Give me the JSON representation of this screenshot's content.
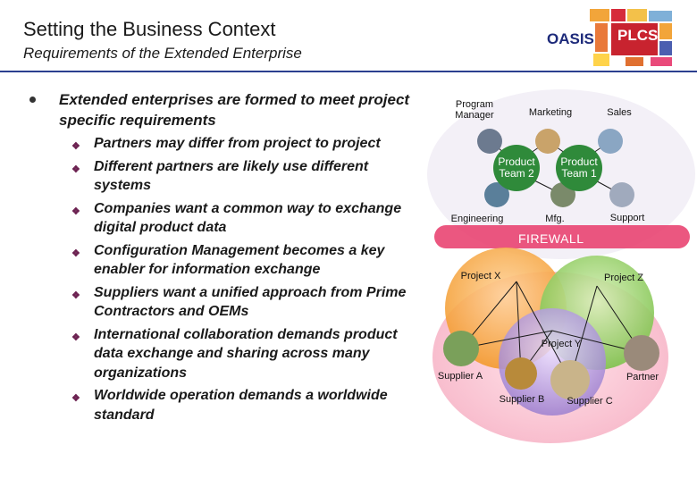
{
  "header": {
    "title": "Setting the Business Context",
    "subtitle": "Requirements of the Extended Enterprise",
    "logo_left": "OASIS",
    "logo_right": "PLCS"
  },
  "main": {
    "bullet": "Extended enterprises are formed to meet project specific requirements",
    "sub_bullets": [
      "Partners may differ from project to project",
      "Different partners are likely use different systems",
      "Companies want a common way to exchange digital product data",
      "Configuration Management becomes a key enabler for information exchange",
      "Suppliers want a unified approach from Prime Contractors and OEMs",
      "International collaboration demands product data exchange and sharing across many organizations",
      "Worldwide operation demands a worldwide standard"
    ]
  },
  "diagram": {
    "labels": {
      "program_manager": "Program\nManager",
      "marketing": "Marketing",
      "sales": "Sales",
      "product_team_2": "Product\nTeam 2",
      "product_team_1": "Product\nTeam 1",
      "engineering": "Engineering",
      "mfg": "Mfg.",
      "support": "Support",
      "firewall": "FIREWALL",
      "project_x": "Project  X",
      "project_z": "Project  Z",
      "project_y": "Project  Y",
      "supplier_a": "Supplier A",
      "partner": "Partner",
      "supplier_b": "Supplier B",
      "supplier_c": "Supplier C"
    },
    "colors": {
      "firewall_band": "#e83a6a",
      "team_green": "#2f8a3a",
      "project_orange": "#f39a2c",
      "cluster_green": "#7cc24a",
      "cluster_purple": "#9b7fd0",
      "line_color": "#1a1a1a"
    }
  }
}
